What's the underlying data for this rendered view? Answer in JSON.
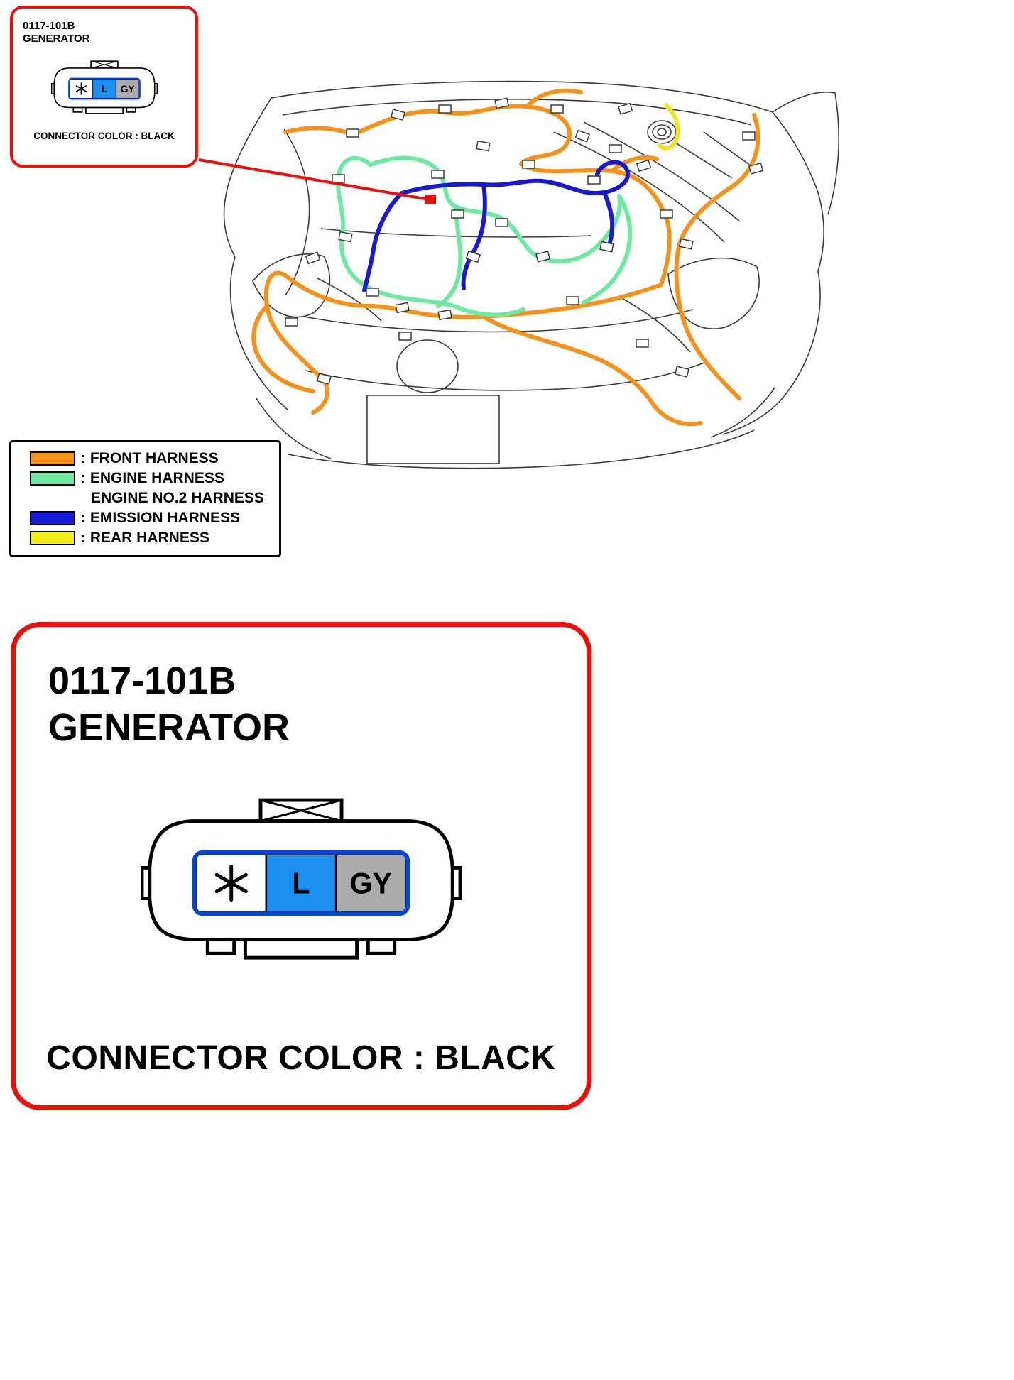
{
  "colors": {
    "red": "#E8120D",
    "line": "#3C3C3C"
  },
  "callout": {
    "code": "0117-101B",
    "name": "GENERATOR",
    "connector_color": "CONNECTOR COLOR : BLACK"
  },
  "connector": {
    "outline": "#0046D5",
    "pins": [
      {
        "icon": "asterisk-icon",
        "bg": "#FFFFFF"
      },
      {
        "label": "L",
        "bg": "#1E8FF2"
      },
      {
        "label": "GY",
        "bg": "#ABABAB"
      }
    ]
  },
  "legend": {
    "items": [
      {
        "swatch": "#F5921E",
        "label": ": FRONT HARNESS"
      },
      {
        "swatch": "#6FE9A1",
        "label": ": ENGINE HARNESS"
      },
      {
        "label": "ENGINE NO.2 HARNESS"
      },
      {
        "swatch": "#1A1AD6",
        "label": ": EMISSION HARNESS"
      },
      {
        "swatch": "#F6F019",
        "label": ": REAR HARNESS"
      }
    ]
  },
  "diagram": {
    "harness_colors": {
      "front": "#F5921E",
      "engine": "#6FE9A1",
      "emission": "#1A1ACC",
      "rear": "#F0E428"
    },
    "marker_color": "#E8120D"
  },
  "detail": {
    "code": "0117-101B",
    "name": "GENERATOR",
    "connector_color": "CONNECTOR COLOR : BLACK"
  }
}
